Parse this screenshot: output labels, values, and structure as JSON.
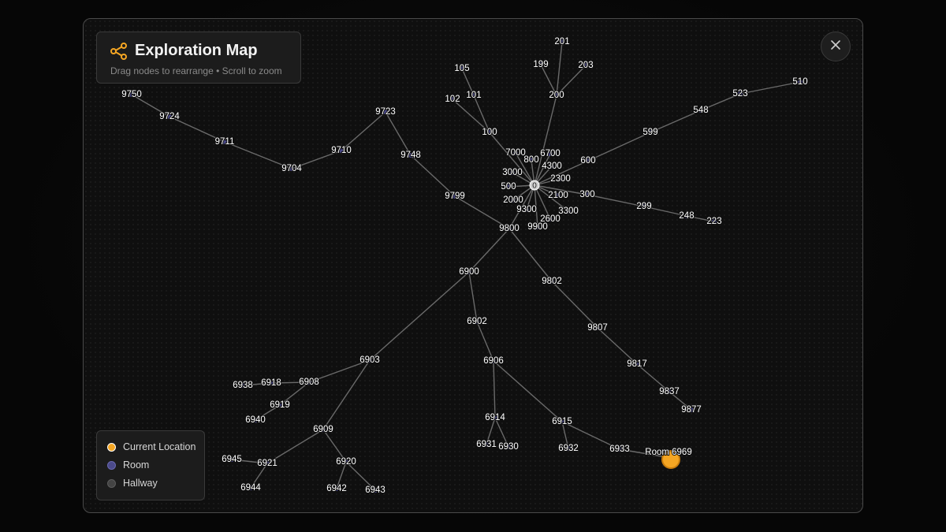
{
  "header": {
    "title": "Exploration Map",
    "subtitle": "Drag nodes to rearrange • Scroll to zoom",
    "icon": "share-nodes-icon"
  },
  "close_button": {
    "icon": "close-icon"
  },
  "colors": {
    "accent": "#f5a623",
    "current": "#f5a623",
    "room": "#4b4a8a",
    "hallway": "#555555",
    "edge": "#6a6a6a"
  },
  "legend": {
    "items": [
      {
        "label": "Current Location",
        "kind": "current"
      },
      {
        "label": "Room",
        "kind": "room"
      },
      {
        "label": "Hallway",
        "kind": "hallway"
      }
    ]
  },
  "graph": {
    "current_node": "6969",
    "current_label": "Room 6969",
    "nodes": [
      "0",
      "100",
      "101",
      "102",
      "105",
      "199",
      "200",
      "201",
      "203",
      "500",
      "800",
      "2000",
      "2100",
      "2300",
      "2600",
      "3000",
      "3300",
      "4300",
      "6700",
      "7000",
      "9300",
      "9900",
      "600",
      "599",
      "548",
      "523",
      "510",
      "300",
      "299",
      "248",
      "223",
      "9800",
      "9799",
      "9748",
      "9723",
      "9710",
      "9704",
      "9711",
      "9724",
      "9750",
      "9802",
      "9807",
      "9817",
      "9837",
      "9877",
      "6900",
      "6902",
      "6906",
      "6914",
      "6931",
      "6930",
      "6915",
      "6932",
      "6933",
      "6969",
      "6903",
      "6908",
      "6918",
      "6938",
      "6919",
      "6940",
      "6909",
      "6921",
      "6945",
      "6944",
      "6920",
      "6942",
      "6943"
    ],
    "edges": [
      [
        "0",
        "100"
      ],
      [
        "100",
        "101"
      ],
      [
        "101",
        "105"
      ],
      [
        "100",
        "102"
      ],
      [
        "0",
        "200"
      ],
      [
        "200",
        "201"
      ],
      [
        "200",
        "199"
      ],
      [
        "200",
        "203"
      ],
      [
        "0",
        "500"
      ],
      [
        "0",
        "800"
      ],
      [
        "0",
        "2000"
      ],
      [
        "0",
        "2100"
      ],
      [
        "0",
        "2300"
      ],
      [
        "0",
        "2600"
      ],
      [
        "0",
        "3000"
      ],
      [
        "0",
        "3300"
      ],
      [
        "0",
        "4300"
      ],
      [
        "0",
        "6700"
      ],
      [
        "0",
        "7000"
      ],
      [
        "0",
        "9300"
      ],
      [
        "0",
        "9900"
      ],
      [
        "0",
        "600"
      ],
      [
        "600",
        "599"
      ],
      [
        "599",
        "548"
      ],
      [
        "548",
        "523"
      ],
      [
        "523",
        "510"
      ],
      [
        "0",
        "300"
      ],
      [
        "300",
        "299"
      ],
      [
        "299",
        "248"
      ],
      [
        "248",
        "223"
      ],
      [
        "0",
        "9800"
      ],
      [
        "9800",
        "9799"
      ],
      [
        "9799",
        "9748"
      ],
      [
        "9748",
        "9723"
      ],
      [
        "9723",
        "9710"
      ],
      [
        "9710",
        "9704"
      ],
      [
        "9704",
        "9711"
      ],
      [
        "9711",
        "9724"
      ],
      [
        "9724",
        "9750"
      ],
      [
        "9800",
        "9802"
      ],
      [
        "9802",
        "9807"
      ],
      [
        "9807",
        "9817"
      ],
      [
        "9817",
        "9837"
      ],
      [
        "9837",
        "9877"
      ],
      [
        "9800",
        "6900"
      ],
      [
        "6900",
        "6902"
      ],
      [
        "6902",
        "6906"
      ],
      [
        "6906",
        "6914"
      ],
      [
        "6914",
        "6931"
      ],
      [
        "6914",
        "6930"
      ],
      [
        "6906",
        "6915"
      ],
      [
        "6915",
        "6932"
      ],
      [
        "6915",
        "6933"
      ],
      [
        "6933",
        "6969"
      ],
      [
        "6900",
        "6903"
      ],
      [
        "6903",
        "6908"
      ],
      [
        "6908",
        "6918"
      ],
      [
        "6918",
        "6938"
      ],
      [
        "6908",
        "6919"
      ],
      [
        "6919",
        "6940"
      ],
      [
        "6903",
        "6909"
      ],
      [
        "6909",
        "6921"
      ],
      [
        "6921",
        "6945"
      ],
      [
        "6921",
        "6944"
      ],
      [
        "6909",
        "6920"
      ],
      [
        "6920",
        "6942"
      ],
      [
        "6920",
        "6943"
      ]
    ]
  }
}
